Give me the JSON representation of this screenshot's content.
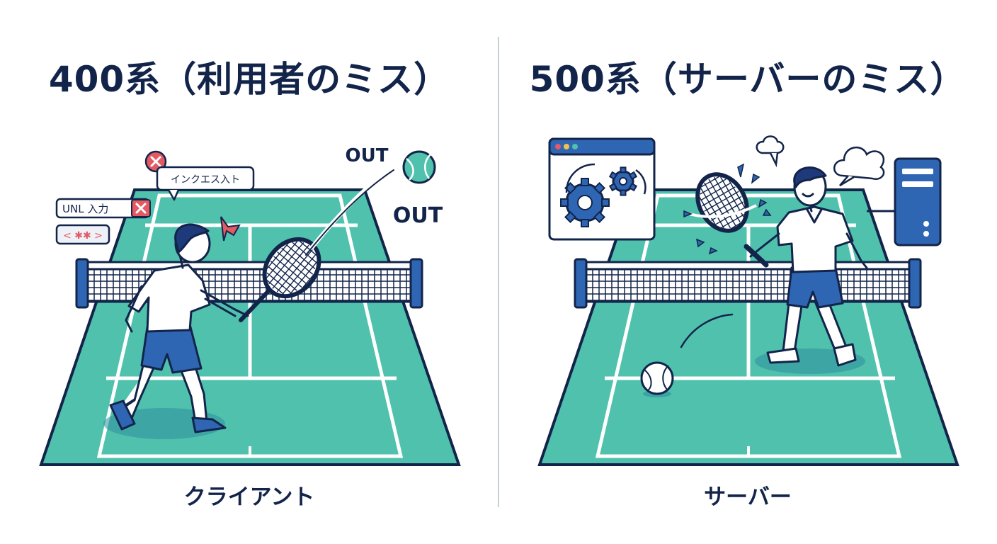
{
  "left": {
    "title": "400系（利用者のミス）",
    "caption": "クライアント",
    "out_labels": [
      "OUT",
      "OUT"
    ],
    "error_boxes": {
      "request_input": "インクエス入ト",
      "url_input": "UNL 入力",
      "code_field": "< ✱✱ >"
    }
  },
  "right": {
    "title": "500系（サーバーのミス）",
    "caption": "サーバー"
  },
  "colors": {
    "court": "#4fc1ad",
    "line_navy": "#13244a",
    "accent_blue": "#2f66b3",
    "error_red": "#e35a63"
  },
  "icons": [
    "close-icon",
    "gear-icon",
    "server-icon",
    "browser-window-icon",
    "tennis-ball-icon",
    "racket-icon",
    "speech-cloud-icon"
  ]
}
